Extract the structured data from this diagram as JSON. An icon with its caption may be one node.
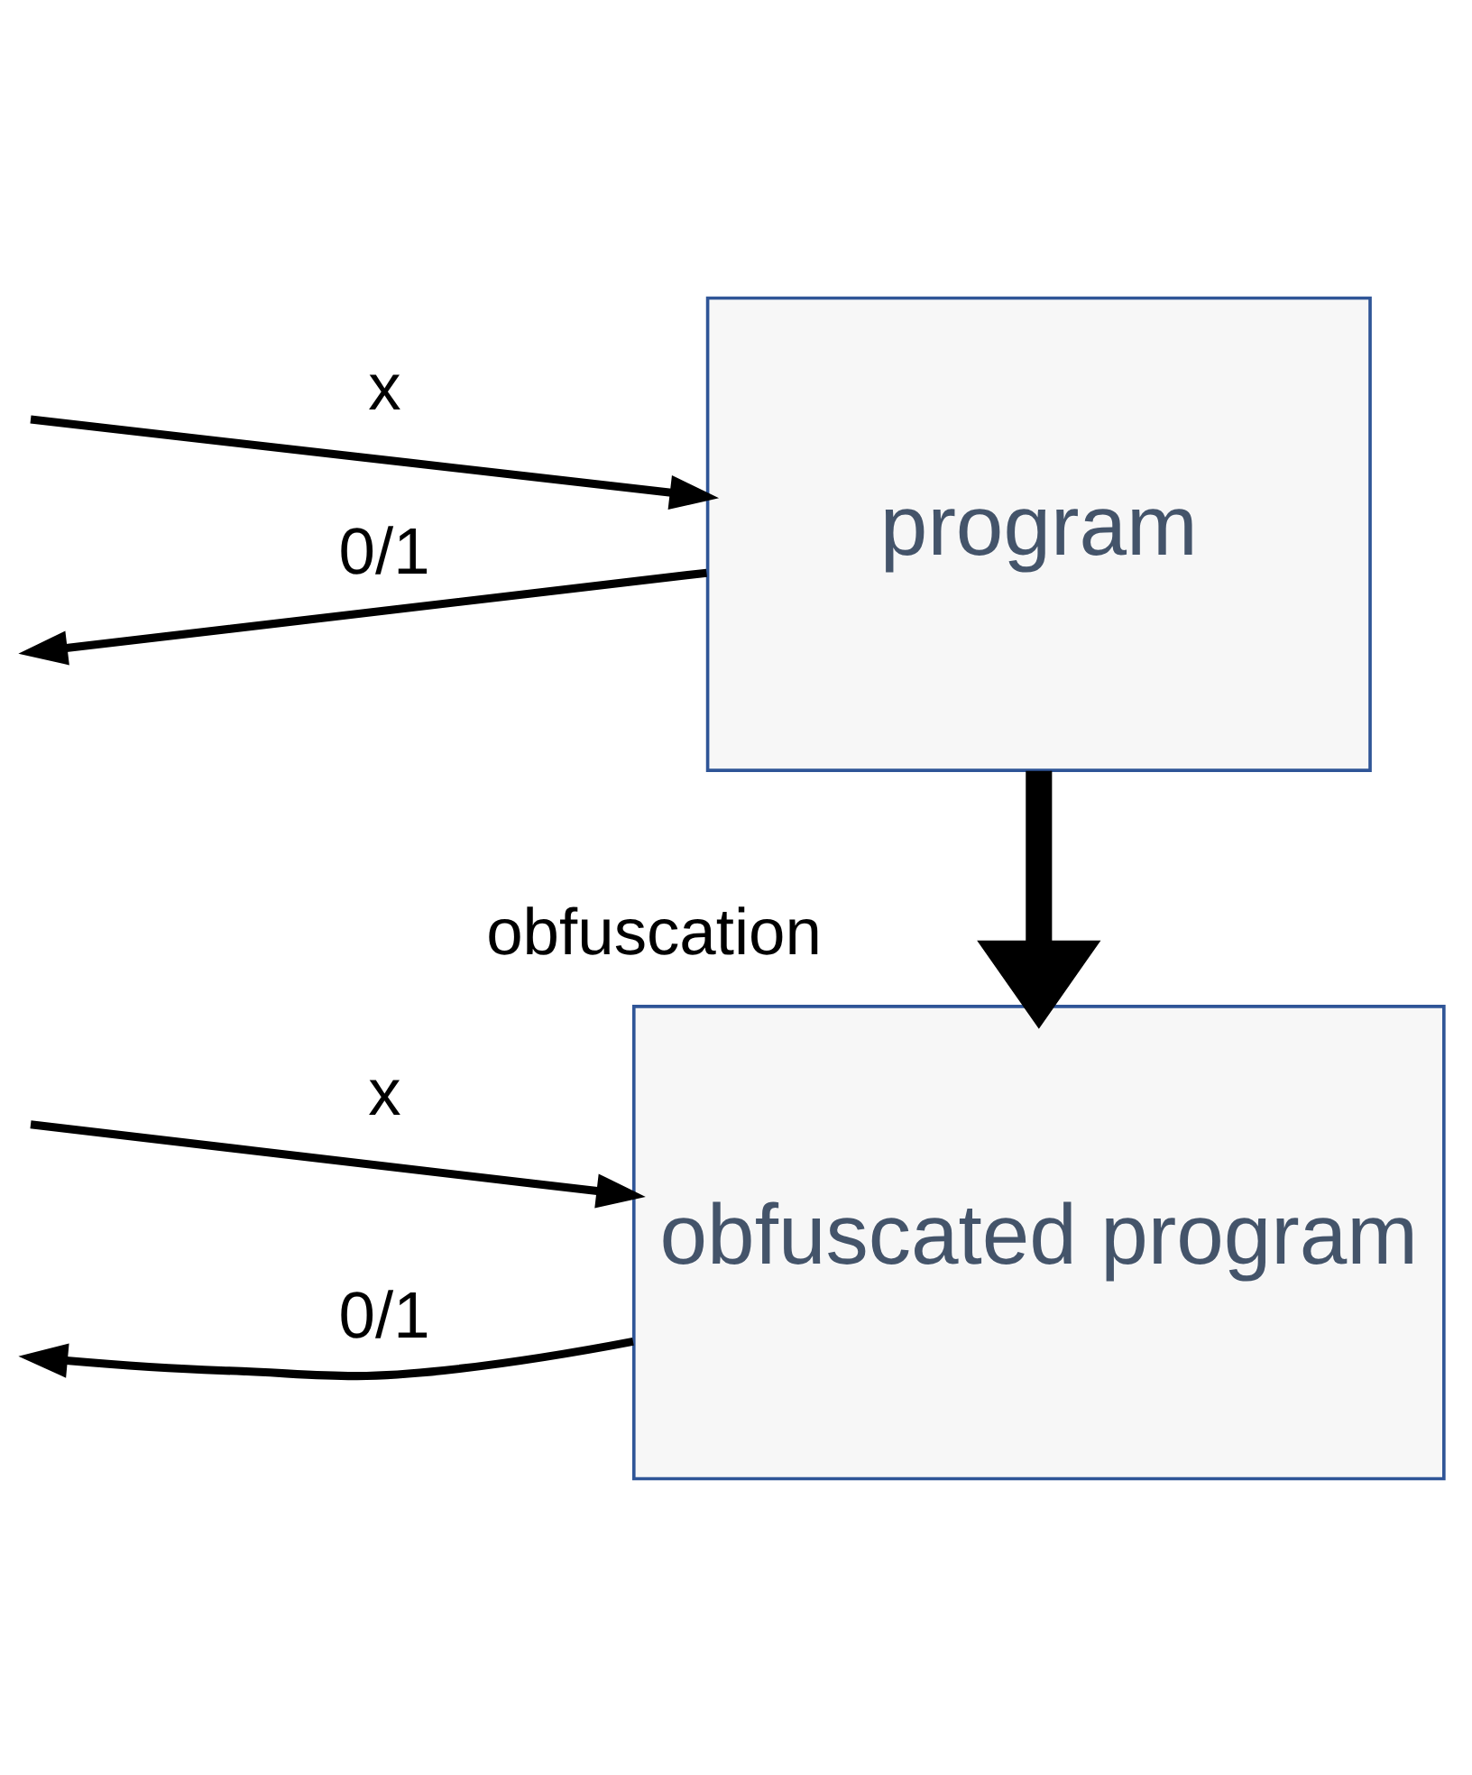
{
  "diagram": {
    "nodes": [
      {
        "text": [
          "program"
        ]
      },
      {
        "text": [
          "obfuscated program"
        ]
      }
    ],
    "edges": [
      {
        "from": null,
        "to": 0,
        "arrow": "to",
        "label": "x"
      },
      {
        "from": 0,
        "to": null,
        "arrow": "to",
        "label": "0/1"
      },
      {
        "from": 0,
        "to": 1,
        "arrow": "to",
        "label": "obfuscation",
        "style": "thick"
      },
      {
        "from": null,
        "to": 1,
        "arrow": "to",
        "label": "x"
      },
      {
        "from": 1,
        "to": null,
        "arrow": "to",
        "label": "0/1"
      }
    ]
  }
}
